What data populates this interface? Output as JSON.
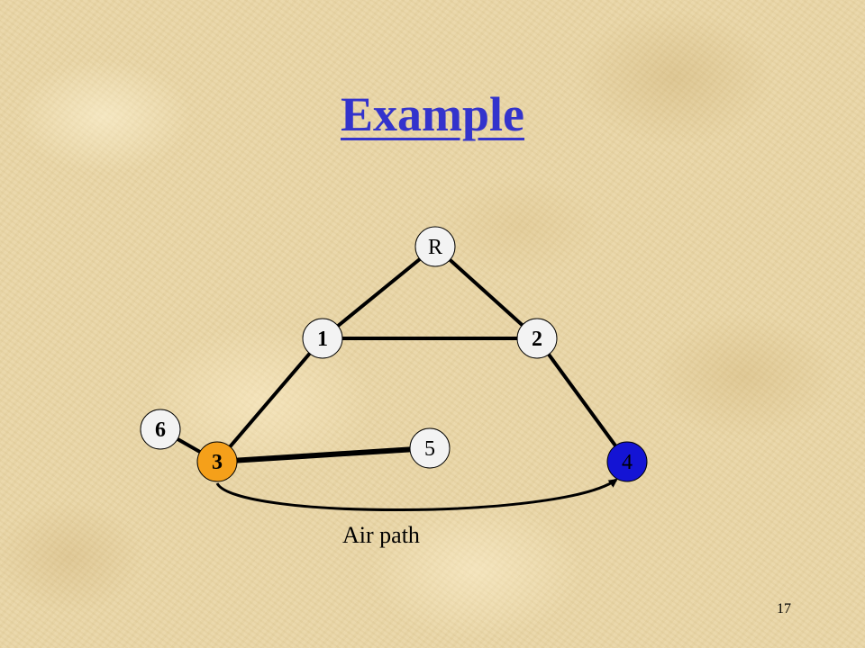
{
  "slide": {
    "title": "Example",
    "page_number": "17"
  },
  "diagram": {
    "nodes": [
      {
        "id": "R",
        "label": "R",
        "fill": "#f3f3f3",
        "bold": false
      },
      {
        "id": "1",
        "label": "1",
        "fill": "#f3f3f3",
        "bold": true
      },
      {
        "id": "2",
        "label": "2",
        "fill": "#f3f3f3",
        "bold": true
      },
      {
        "id": "6",
        "label": "6",
        "fill": "#f3f3f3",
        "bold": true
      },
      {
        "id": "5",
        "label": "5",
        "fill": "#f3f3f3",
        "bold": false
      },
      {
        "id": "3",
        "label": "3",
        "fill": "#f5a01a",
        "bold": true
      },
      {
        "id": "4",
        "label": "4",
        "fill": "#1414d4",
        "bold": false
      }
    ],
    "edges": [
      {
        "from": "R",
        "to": "1"
      },
      {
        "from": "R",
        "to": "2"
      },
      {
        "from": "1",
        "to": "2"
      },
      {
        "from": "1",
        "to": "3"
      },
      {
        "from": "2",
        "to": "4"
      },
      {
        "from": "6",
        "to": "3"
      },
      {
        "from": "3",
        "to": "5"
      }
    ],
    "air_path": {
      "from": "3",
      "to": "4",
      "label": "Air path"
    }
  }
}
